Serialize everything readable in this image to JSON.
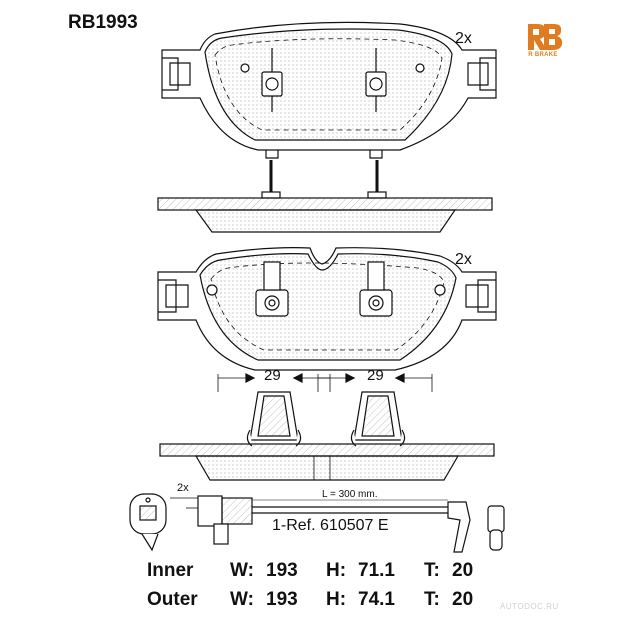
{
  "part_code": "RB1993",
  "brand": {
    "logo_text": "R BRAKE",
    "color": "#e07b1f"
  },
  "quantity_labels": [
    "2x",
    "2x",
    "2x"
  ],
  "dimensions": [
    "29",
    "29"
  ],
  "sensor": {
    "cable_length": "L = 300 mm.",
    "reference": "1-Ref. 610507 E"
  },
  "specs": [
    {
      "label": "Inner",
      "w_label": "W:",
      "w": "193",
      "h_label": "H:",
      "h": "71.1",
      "t_label": "T:",
      "t": "20"
    },
    {
      "label": "Outer",
      "w_label": "W:",
      "w": "193",
      "h_label": "H:",
      "h": "74.1",
      "t_label": "T:",
      "t": "20"
    }
  ],
  "watermark": "AUTODOC.RU"
}
